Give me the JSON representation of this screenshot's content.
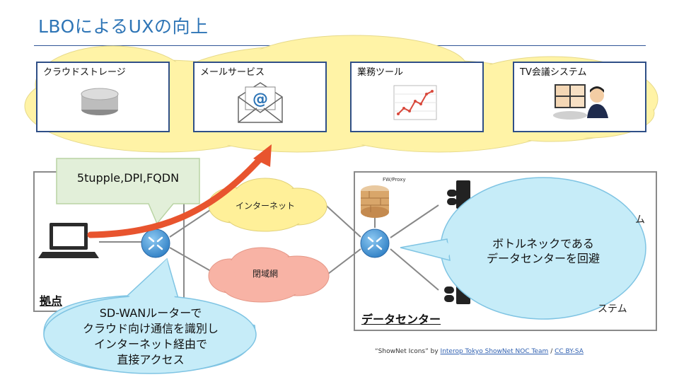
{
  "title": "LBOによるUXの向上",
  "services": [
    {
      "label": "クラウドストレージ",
      "icon": "storage-disk-icon"
    },
    {
      "label": "メールサービス",
      "icon": "email-envelope-icon"
    },
    {
      "label": "業務ツール",
      "icon": "line-graph-icon"
    },
    {
      "label": "TV会議システム",
      "icon": "video-conference-icon"
    }
  ],
  "branch": {
    "label": "拠点"
  },
  "datacenter": {
    "label": "データセンター",
    "firewall_label": "FW/Proxy"
  },
  "clouds": {
    "internet": "インターネット",
    "closed": "閉域網"
  },
  "callouts": {
    "classify": "5tupple,DPI,FQDN",
    "sdwan": [
      "SD-WANルーターで",
      "クラウド向け通信を識別し",
      "インターネット経由で",
      "直接アクセス"
    ],
    "bottleneck": [
      "ボトルネックである",
      "データセンターを回避"
    ]
  },
  "partial_text": {
    "sys_right": "ム",
    "sys_bottom": "ステム"
  },
  "credit": {
    "quote": "“ShowNet Icons” by",
    "author": "Interop Tokyo ShowNet NOC Team",
    "sep": "/",
    "license": "CC BY-SA"
  },
  "colors": {
    "accent_title": "#2e75b6",
    "box_border": "#2f4f87",
    "sky_cloud": "#fff3a6",
    "internet_cloud": "#fff099",
    "closed_cloud": "#f8b3a5",
    "callout_blue": "#c6ecf8",
    "callout_green": "#e2efd9",
    "arrow": "#e8542e",
    "router": "#3f8fd0"
  }
}
